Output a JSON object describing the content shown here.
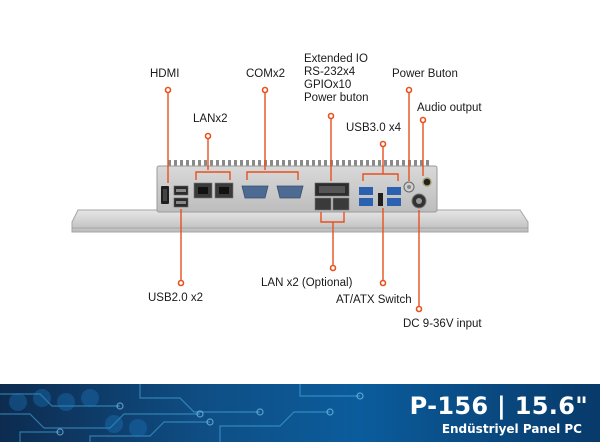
{
  "labels": {
    "hdmi": "HDMI",
    "comx2": "COMx2",
    "lanx2": "LANx2",
    "extended_io": [
      "Extended IO",
      "RS-232x4",
      "GPIOx10",
      "Power buton"
    ],
    "power_buton": "Power Buton",
    "usb30_x4": "USB3.0 x4",
    "audio_output": "Audio output",
    "usb20_x2": "USB2.0 x2",
    "lan_x2_optional": "LAN x2 (Optional)",
    "at_atx_switch": "AT/ATX Switch",
    "dc_input": "DC 9-36V input"
  },
  "banner": {
    "title": "P-156 | 15.6\"",
    "subtitle": "Endüstriyel Panel PC"
  },
  "colors": {
    "leader": "#e8501e",
    "chassis": "#c9c9c9",
    "port_blue": "#2b62b0"
  }
}
